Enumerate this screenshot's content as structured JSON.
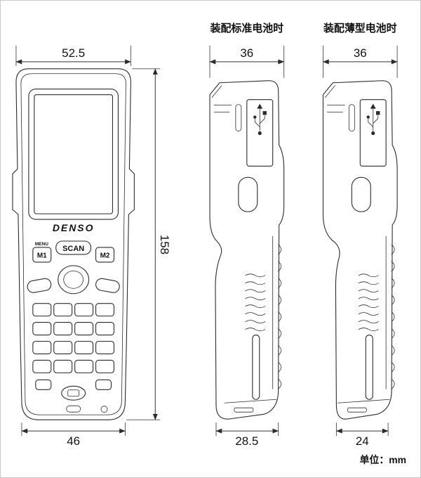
{
  "labels": {
    "standard_battery": "装配标准电池时",
    "thin_battery": "装配薄型电池时"
  },
  "front": {
    "dim_top": "52.5",
    "dim_height": "158",
    "dim_bottom": "46",
    "brand": "DENSO",
    "scan": "SCAN",
    "m1": "M1",
    "m2": "M2",
    "menu": "MENU"
  },
  "side_standard": {
    "dim_top": "36",
    "dim_bottom": "28.5"
  },
  "side_thin": {
    "dim_top": "36",
    "dim_bottom": "24"
  },
  "footer": {
    "unit": "单位：mm"
  },
  "colors": {
    "line": "#2b2b2b",
    "text": "#111111",
    "background": "#ffffff"
  }
}
